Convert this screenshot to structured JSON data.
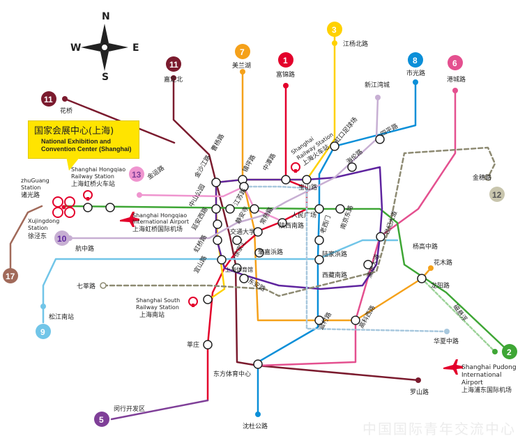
{
  "compass": {
    "n": "N",
    "s": "S",
    "e": "E",
    "w": "W"
  },
  "banner": {
    "zh": "国家会展中心(上海)",
    "en1": "National Exhibition and",
    "en2": "Convention Center (Shanghai)"
  },
  "line_colors": {
    "1": "#e3002b",
    "2": "#3ea635",
    "3": "#ffd100",
    "4": "#5f259f",
    "5": "#7f3f98",
    "6": "#e4508f",
    "7": "#f5a11a",
    "8": "#0b8fd8",
    "9": "#71c5e8",
    "10": "#c7afd3",
    "11": "#7b1b2e",
    "12": "#8d8a72",
    "13": "#ef95cf",
    "17": "#a16a5a"
  },
  "line_badges": [
    "11",
    "7",
    "1",
    "3",
    "8",
    "6",
    "11",
    "13",
    "12",
    "10",
    "17",
    "9",
    "2",
    "5"
  ],
  "labels": {
    "jiadingbei": "嘉定北",
    "meilanhu": "美兰湖",
    "fujinlu": "富锦路",
    "jiangyangbeilu": "江杨北路",
    "shiguanglu": "市光路",
    "gangchenglu": "港城路",
    "xinjiangwancheng": "新江湾城",
    "huaqiao": "花桥",
    "jintanglu": "金穗路",
    "zhuguang_en1": "zhuGuang",
    "zhuguang_en2": "Station",
    "zhuguang_zh": "诸光路",
    "hq_rail_en1": "Shanghai Hongqiao",
    "hq_rail_en2": "Railway Station",
    "hq_rail_zh": "上海虹桥火车站",
    "jinyunlu": "金运路",
    "xujing_en1": "Xujingdong",
    "xujing_en2": "Station",
    "xujing_zh": "徐泾东",
    "hq_air_en1": "Shanghai Hongqiao",
    "hq_air_en2": "International Airport",
    "hq_air_zh": "上海虹桥国际机场",
    "hangzhonglu": "航中路",
    "qishenlu": "七莘路",
    "songjiangnanzhan": "松江南站",
    "sh_south_en1": "Shanghai South",
    "sh_south_en2": "Railway Station",
    "sh_south_zh": "上海南站",
    "xinzhuang": "莘庄",
    "minhang": "闵行开发区",
    "dongfang": "东方体育中心",
    "shenduxgl": "沈杜公路",
    "luoshanlu": "罗山路",
    "huaxiazhonglu": "华夏中路",
    "pd_air_en1": "Shanghai Pudong",
    "pd_air_en2": "International",
    "pd_air_en3": "Airport",
    "pd_air_zh": "上海浦东国际机场",
    "maglev": "磁悬浮",
    "longyanglu": "龙阳路",
    "huamulu": "花木路",
    "yanggaozhonglu": "杨高中路",
    "shijidadao": "世纪大道",
    "renminguangchang": "人民广场",
    "shanghai_rail_en1": "Shanghai",
    "shanghai_rail_en2": "Railway Station",
    "shanghai_rail_zh": "上海火车站",
    "baoshanlu": "宝山路",
    "caoyanglu": "曹杨路",
    "zhenpinglu": "镇坪路",
    "zhongtanlu": "中潭路",
    "jinshajianglu": "金沙江路",
    "zhongshangongyuan": "中山公园",
    "jiangsulu": "江苏路",
    "jing_an_si": "静安寺",
    "changshulu": "常熟路",
    "jiaotongdaxue": "交通大学",
    "shaanxinanlu": "陕西南路",
    "yananxilu": "延安西路",
    "hongqiaolu": "虹桥路",
    "xujiahui": "徐家汇",
    "zhaojiabangdlu": "肇嘉浜路",
    "yishanlu": "宜山路",
    "shanghaitiyuguan": "上海体育馆",
    "dongan": "东安路",
    "laoximen": "老西门",
    "lujiabang": "陆家浜路",
    "xizangnanlu": "西藏南路",
    "nanjingdonglu": "南京东路",
    "hailunlu": "海伦路",
    "sipinglu": "四平路",
    "hongkouzuqiuchang": "虹口足球场",
    "pudongdadao": "浦东大道",
    "lancunlu": "蓝村路",
    "yaohualu": "耀华路",
    "gaokexilu": "高科西路"
  },
  "watermark": "中国国际青年交流中心"
}
